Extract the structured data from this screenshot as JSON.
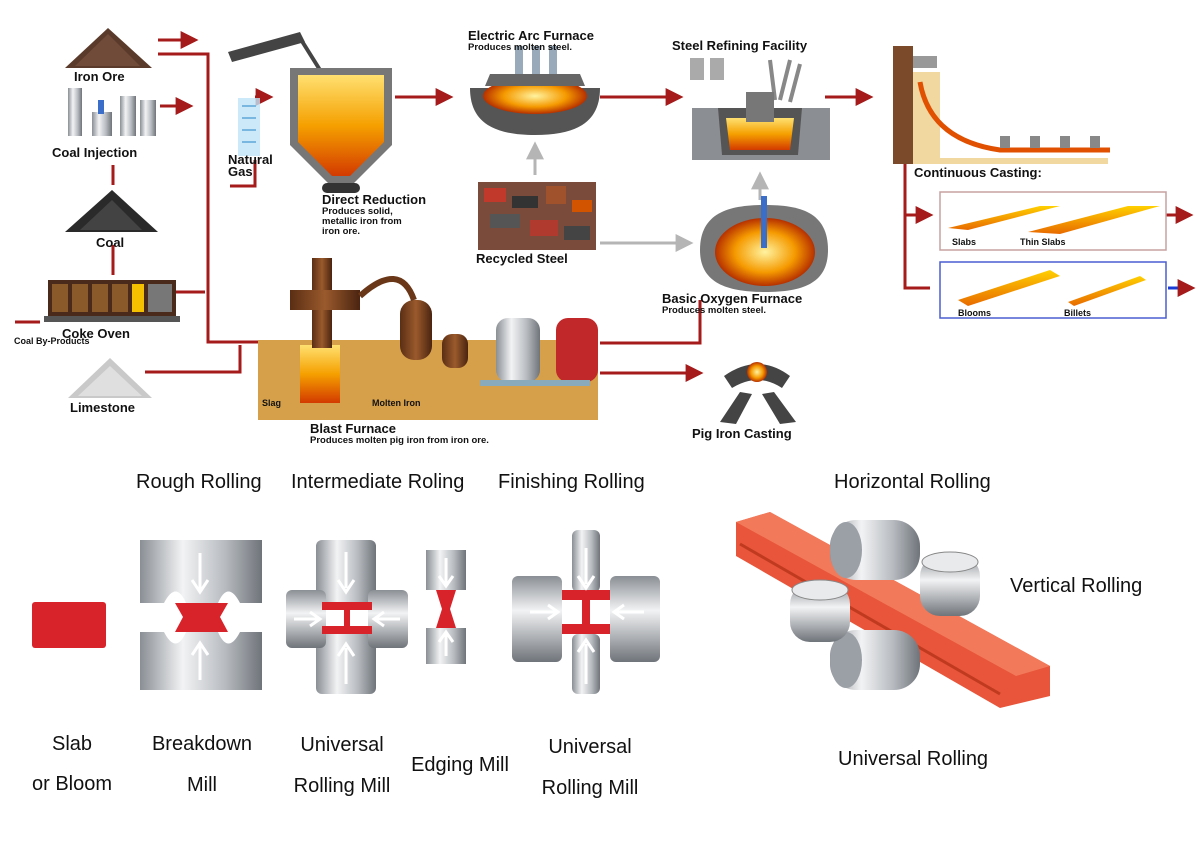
{
  "process": {
    "iron_ore": "Iron Ore",
    "coal_injection": "Coal Injection",
    "coal": "Coal",
    "coke_oven": "Coke Oven",
    "coal_byproducts": "Coal By-Products",
    "limestone": "Limestone",
    "natural_gas": "Natural Gas",
    "direct_reduction": {
      "title": "Direct Reduction",
      "desc": "Produces solid, metallic iron from iron ore."
    },
    "electric_arc_furnace": {
      "title": "Electric Arc Furnace",
      "desc": "Produces molten steel."
    },
    "recycled_steel": "Recycled Steel",
    "steel_refining": "Steel Refining Facility",
    "basic_oxygen_furnace": {
      "title": "Basic Oxygen Furnace",
      "desc": "Produces molten steel."
    },
    "blast_furnace": {
      "title": "Blast Furnace",
      "desc": "Produces molten pig iron from iron ore."
    },
    "slag": "Slag",
    "molten_iron": "Molten Iron",
    "pig_iron_casting": "Pig Iron Casting",
    "continuous_casting": "Continuous Casting:",
    "slabs": "Slabs",
    "thin_slabs": "Thin Slabs",
    "blooms": "Blooms",
    "billets": "Billets"
  },
  "rolling": {
    "rough": "Rough Rolling",
    "intermediate": "Intermediate Roling",
    "finishing": "Finishing Rolling",
    "horizontal": "Horizontal Rolling",
    "vertical": "Vertical Rolling",
    "universal_rolling": "Universal Rolling",
    "slab_line1": "Slab",
    "slab_line2": "or Bloom",
    "breakdown_line1": "Breakdown",
    "breakdown_line2": "Mill",
    "universal1_line1": "Universal",
    "universal1_line2": "Rolling Mill",
    "edging": "Edging Mill",
    "universal2_line1": "Universal",
    "universal2_line2": "Rolling Mill"
  },
  "colors": {
    "flow_line": "#a51a1a",
    "molten": "#f5a000",
    "steel_red": "#d8232a",
    "roll_steel": "#b9bdc2",
    "beam_orange": "#e8553a"
  }
}
